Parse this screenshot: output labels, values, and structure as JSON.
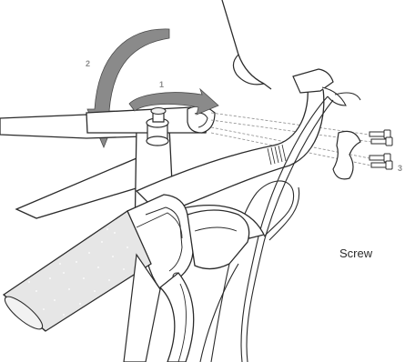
{
  "callouts": {
    "rotate_stem": "1",
    "rotate_handlebar": "2",
    "install_screws": "3"
  },
  "caption": "Screw",
  "colors": {
    "line": "#2b2b2b",
    "arrow_fill": "#8a8a8a",
    "fill_light": "#f2f2f2",
    "fill_gray": "#e6e6e6",
    "bar_tape": "#dcdcdc",
    "callout_text": "#8c8c8c"
  },
  "icons": {
    "arrow_1": "curved-rotation-arrow",
    "arrow_2": "large-curved-arrow",
    "screws": "bolt-set"
  }
}
